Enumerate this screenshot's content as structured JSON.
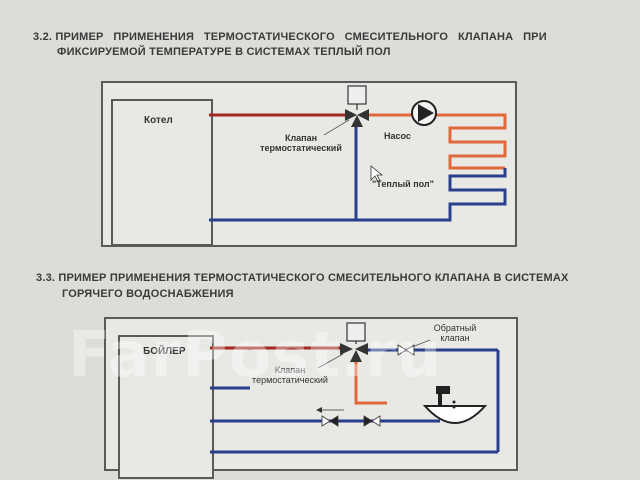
{
  "section_1": {
    "heading_line1": "3.2. ПРИМЕР   ПРИМЕНЕНИЯ   ТЕРМОСТАТИЧЕСКОГО   СМЕСИТЕЛЬНОГО   КЛАПАНА   ПРИ",
    "heading_line2": "ФИКСИРУЕМОЙ ТЕМПЕРАТУРЕ В СИСТЕМАХ ТЕПЛЫЙ ПОЛ",
    "boiler_label": "Котел",
    "valve_label_line1": "Клапан",
    "valve_label_line2": "термостатический",
    "pump_label": "Насос",
    "floor_label": "\"Теплый пол\""
  },
  "section_2": {
    "heading_line1": "3.3. ПРИМЕР ПРИМЕНЕНИЯ ТЕРМОСТАТИЧЕСКОГО СМЕСИТЕЛЬНОГО КЛАПАНА В СИСТЕМАХ",
    "heading_line2": "ГОРЯЧЕГО ВОДОСНАБЖЕНИЯ",
    "boiler_label": "БОЙЛЕР",
    "check_valve_line1": "Обратный",
    "check_valve_line2": "клапан",
    "valve_label_line1": "Клапан",
    "valve_label_line2": "термостатический"
  },
  "watermark": "FarPost.ru",
  "colors": {
    "hot_pipe": "#a3281f",
    "cold_pipe": "#2a3f8a",
    "mixed_pipe": "#e0683a",
    "frame": "#5a5a5a"
  }
}
